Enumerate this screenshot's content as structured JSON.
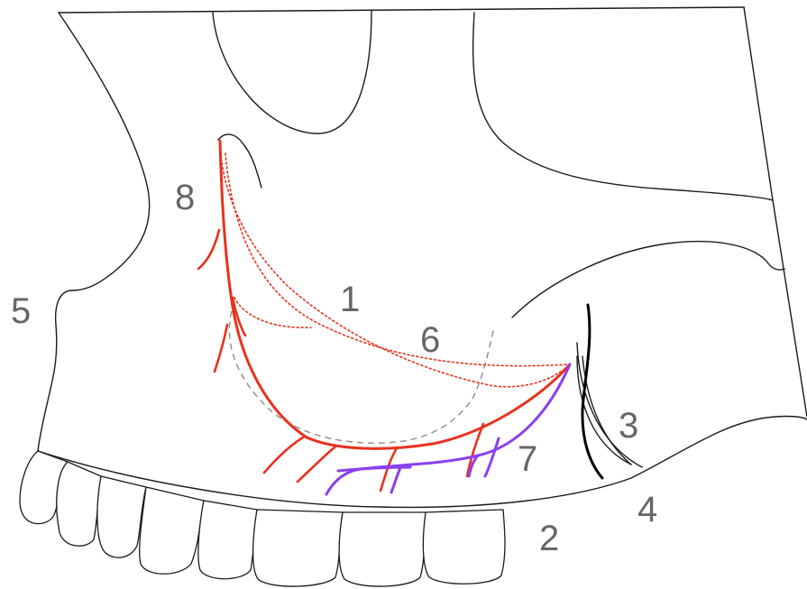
{
  "labels": {
    "l1": "1",
    "l2": "2",
    "l3": "3",
    "l4": "4",
    "l5": "5",
    "l6": "6",
    "l7": "7",
    "l8": "8"
  },
  "colors": {
    "artery_red": "#e8321e",
    "artery_purple": "#8a3ff0",
    "outline": "#1a1a1a",
    "sinus_dashed": "#8c8c8c",
    "label_text": "#666666"
  }
}
